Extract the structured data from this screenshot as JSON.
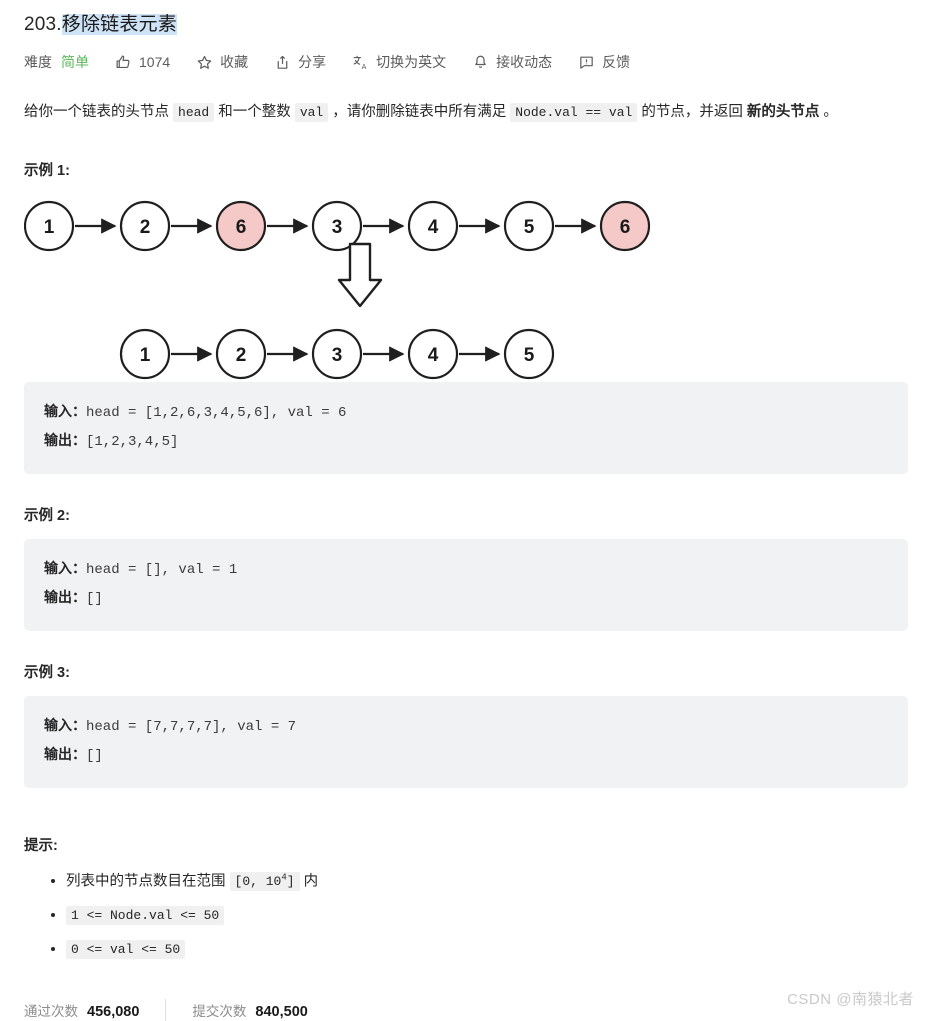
{
  "problem": {
    "number": "203.",
    "title": "移除链表元素",
    "difficulty_label": "难度",
    "difficulty_value": "简单",
    "likes": "1074",
    "favorite_label": "收藏",
    "share_label": "分享",
    "translate_label": "切换为英文",
    "subscribe_label": "接收动态",
    "feedback_label": "反馈",
    "difficulty_color": "#5cb85c",
    "selection_color": "#cfe3f7"
  },
  "description": {
    "p1": "给你一个链表的头节点 ",
    "code1": "head",
    "p2": " 和一个整数 ",
    "code2": "val",
    "p3": " ，请你删除链表中所有满足 ",
    "code3": "Node.val == val",
    "p4": " 的节点，并返回 ",
    "bold1": "新的头节点",
    "p5": " 。"
  },
  "figure": {
    "node_fill_normal": "#ffffff",
    "node_fill_highlight": "#f6c9c9",
    "node_stroke": "#1f1f1f",
    "top_row": [
      {
        "value": "1",
        "highlight": false
      },
      {
        "value": "2",
        "highlight": false
      },
      {
        "value": "6",
        "highlight": true
      },
      {
        "value": "3",
        "highlight": false
      },
      {
        "value": "4",
        "highlight": false
      },
      {
        "value": "5",
        "highlight": false
      },
      {
        "value": "6",
        "highlight": true
      }
    ],
    "bottom_row": [
      {
        "value": "1",
        "highlight": false
      },
      {
        "value": "2",
        "highlight": false
      },
      {
        "value": "3",
        "highlight": false
      },
      {
        "value": "4",
        "highlight": false
      },
      {
        "value": "5",
        "highlight": false
      }
    ]
  },
  "examples": [
    {
      "heading": "示例 1:",
      "input_label": "输入：",
      "input_value": "head = [1,2,6,3,4,5,6], val = 6",
      "output_label": "输出：",
      "output_value": "[1,2,3,4,5]"
    },
    {
      "heading": "示例 2:",
      "input_label": "输入：",
      "input_value": "head = [], val = 1",
      "output_label": "输出：",
      "output_value": "[]"
    },
    {
      "heading": "示例 3:",
      "input_label": "输入：",
      "input_value": "head = [7,7,7,7], val = 7",
      "output_label": "输出：",
      "output_value": "[]"
    }
  ],
  "hints": {
    "heading": "提示:",
    "item1_pre": "列表中的节点数目在范围 ",
    "item1_code_a": "[0, 10",
    "item1_code_sup": "4",
    "item1_code_b": "]",
    "item1_post": " 内",
    "item2": "1 <= Node.val <= 50",
    "item3": "0 <= val <= 50"
  },
  "stats": {
    "accepted_label": "通过次数",
    "accepted_value": "456,080",
    "submissions_label": "提交次数",
    "submissions_value": "840,500"
  },
  "watermark": "CSDN @南猿北者"
}
